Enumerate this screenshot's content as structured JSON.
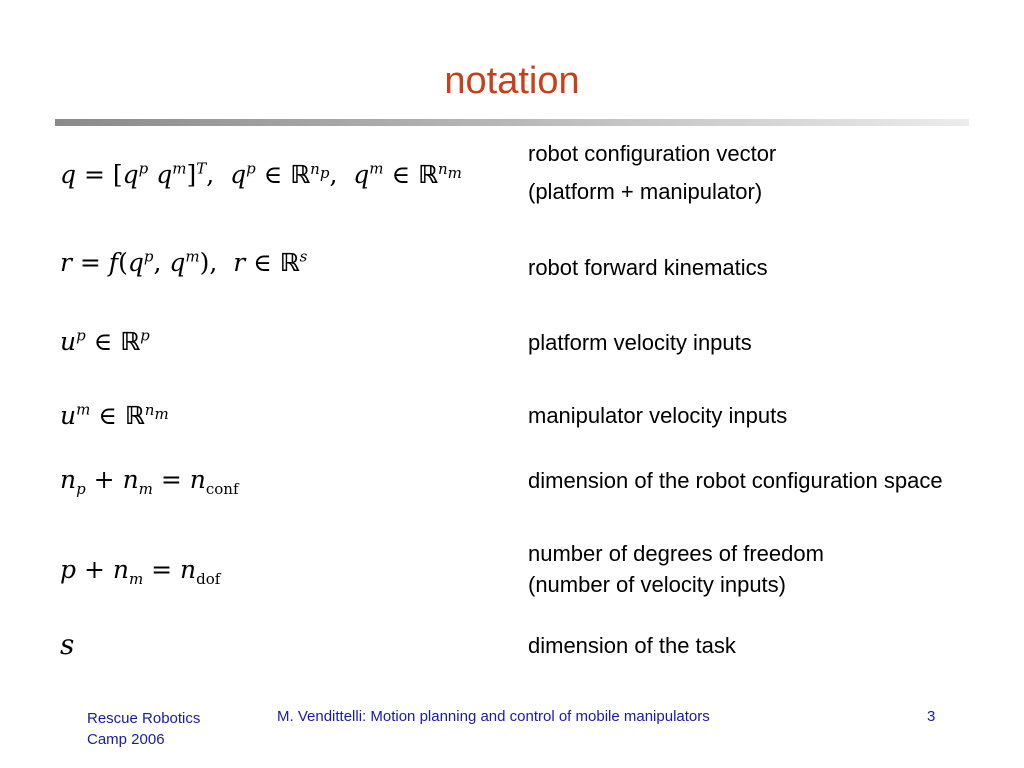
{
  "slide": {
    "title": "notation",
    "rows": [
      {
        "description": [
          "robot configuration vector",
          "(platform + manipulator)"
        ]
      },
      {
        "description": [
          "robot forward kinematics"
        ]
      },
      {
        "description": [
          "platform velocity inputs"
        ]
      },
      {
        "description": [
          "manipulator velocity inputs"
        ]
      },
      {
        "description": [
          "dimension of the robot configuration space"
        ]
      },
      {
        "description": [
          "number of degrees of freedom",
          "(number of velocity inputs)"
        ]
      },
      {
        "description": [
          "dimension of the task"
        ]
      }
    ]
  },
  "footer": {
    "left_line1": "Rescue Robotics",
    "left_line2": "Camp 2006",
    "center": "M. Vendittelli: Motion planning and control of mobile manipulators",
    "page_number": "3"
  },
  "colors": {
    "title": "#c8401a",
    "footer_text": "#1a1aaa",
    "rule_dark": "#8a8a8a",
    "rule_light": "#ececec"
  }
}
